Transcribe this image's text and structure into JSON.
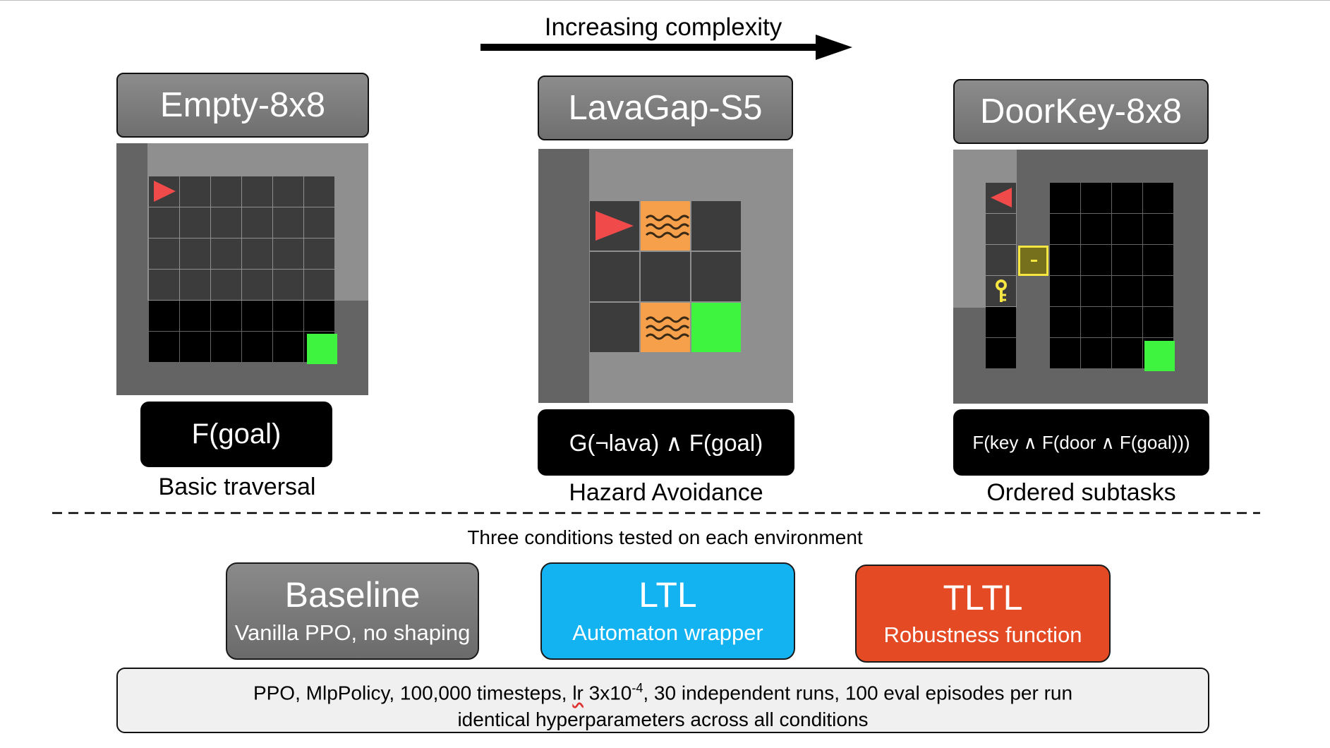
{
  "header": {
    "complexity_label": "Increasing complexity"
  },
  "environments": [
    {
      "title": "Empty-8x8",
      "formula": "F(goal)",
      "caption": "Basic traversal"
    },
    {
      "title": "LavaGap-S5",
      "formula": "G(¬lava) ∧ F(goal)",
      "caption": "Hazard Avoidance"
    },
    {
      "title": "DoorKey-8x8",
      "formula": "F(key ∧ F(door ∧ F(goal)))",
      "caption": "Ordered subtasks"
    }
  ],
  "conditions_heading": "Three conditions tested on each environment",
  "conditions": [
    {
      "name": "Baseline",
      "description": "Vanilla PPO, no shaping",
      "color": "#7f7f7f"
    },
    {
      "name": "LTL",
      "description": "Automaton wrapper",
      "color": "#13b2f1"
    },
    {
      "name": "TLTL",
      "description": "Robustness function",
      "color": "#e44a23"
    }
  ],
  "settings": {
    "line1_prefix": "PPO, MlpPolicy, 100,000 timesteps, ",
    "lr_label": "lr",
    "lr_value": " 3x10",
    "lr_exponent": "-4",
    "line1_suffix": ", 30 independent runs, 100 eval episodes per run",
    "line2": "identical hyperparameters across all conditions"
  },
  "colors": {
    "agent": "#f04a4a",
    "goal": "#3ef43e",
    "lava": "#f6a04c",
    "key_door": "#f5e642",
    "wall_dark": "#646464",
    "wall_light": "#8f8f8f",
    "floor": "#3c3c3c",
    "unseen": "#000000"
  }
}
